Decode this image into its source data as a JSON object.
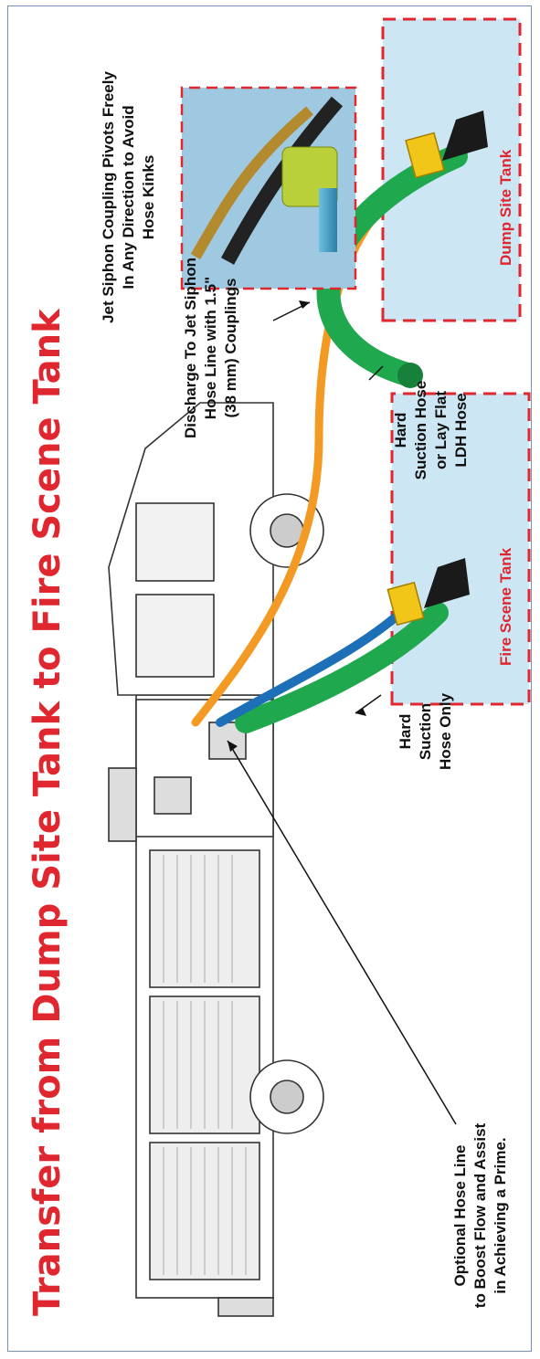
{
  "title": "Transfer from Dump Site Tank to Fire Scene Tank",
  "labels": {
    "optional_hose": [
      "Optional Hose Line",
      "to Boost Flow and Assist",
      "in Achieving a Prime."
    ],
    "hard_suction_only": [
      "Hard",
      "Suction",
      "Hose Only"
    ],
    "discharge": [
      "Discharge To Jet Siphon",
      "Hose Line with 1.5\"",
      "(38 mm) Couplings"
    ],
    "hard_suction_or_ldh": [
      "Hard",
      "Suction Hose",
      "or Lay Flat",
      "LDH Hose"
    ],
    "jet_siphon_note": [
      "Jet Siphon Coupling Pivots Freely",
      "In Any Direction to Avoid",
      "Hose Kinks"
    ],
    "fire_scene_tank": "Fire Scene Tank",
    "dump_site_tank": "Dump Site Tank"
  },
  "colors": {
    "title_red": "#e0262e",
    "tank_water": "#cde6f3",
    "tank_border": "#e0262e",
    "hose_green": "#1fa84d",
    "hose_orange": "#f39a24",
    "hose_blue": "#1d6fb8",
    "siphon_yellow": "#f2c618",
    "frame": "#7a8fb8"
  }
}
